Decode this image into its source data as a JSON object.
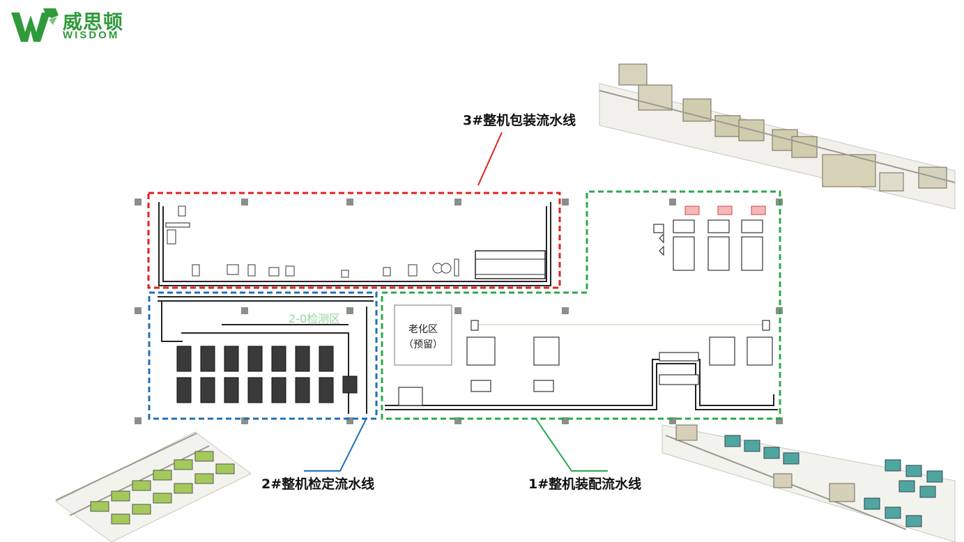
{
  "brand": {
    "name_cn": "威思顿",
    "name_en": "WISDOM",
    "color": "#2f9a3a"
  },
  "lines": [
    {
      "id": "line3",
      "label": "3#整机包装流水线",
      "color": "#e02020"
    },
    {
      "id": "line2",
      "label": "2#整机检定流水线",
      "color": "#1f6fb5"
    },
    {
      "id": "line1",
      "label": "1#整机装配流水线",
      "color": "#2aa84a"
    }
  ],
  "aging_area": {
    "line1": "老化区",
    "line2": "（预留）"
  },
  "zone_watermark": "2-0检测区",
  "icons": {
    "logo": "wisdom-logo-icon",
    "render_3d": "production-line-3d-icon"
  }
}
